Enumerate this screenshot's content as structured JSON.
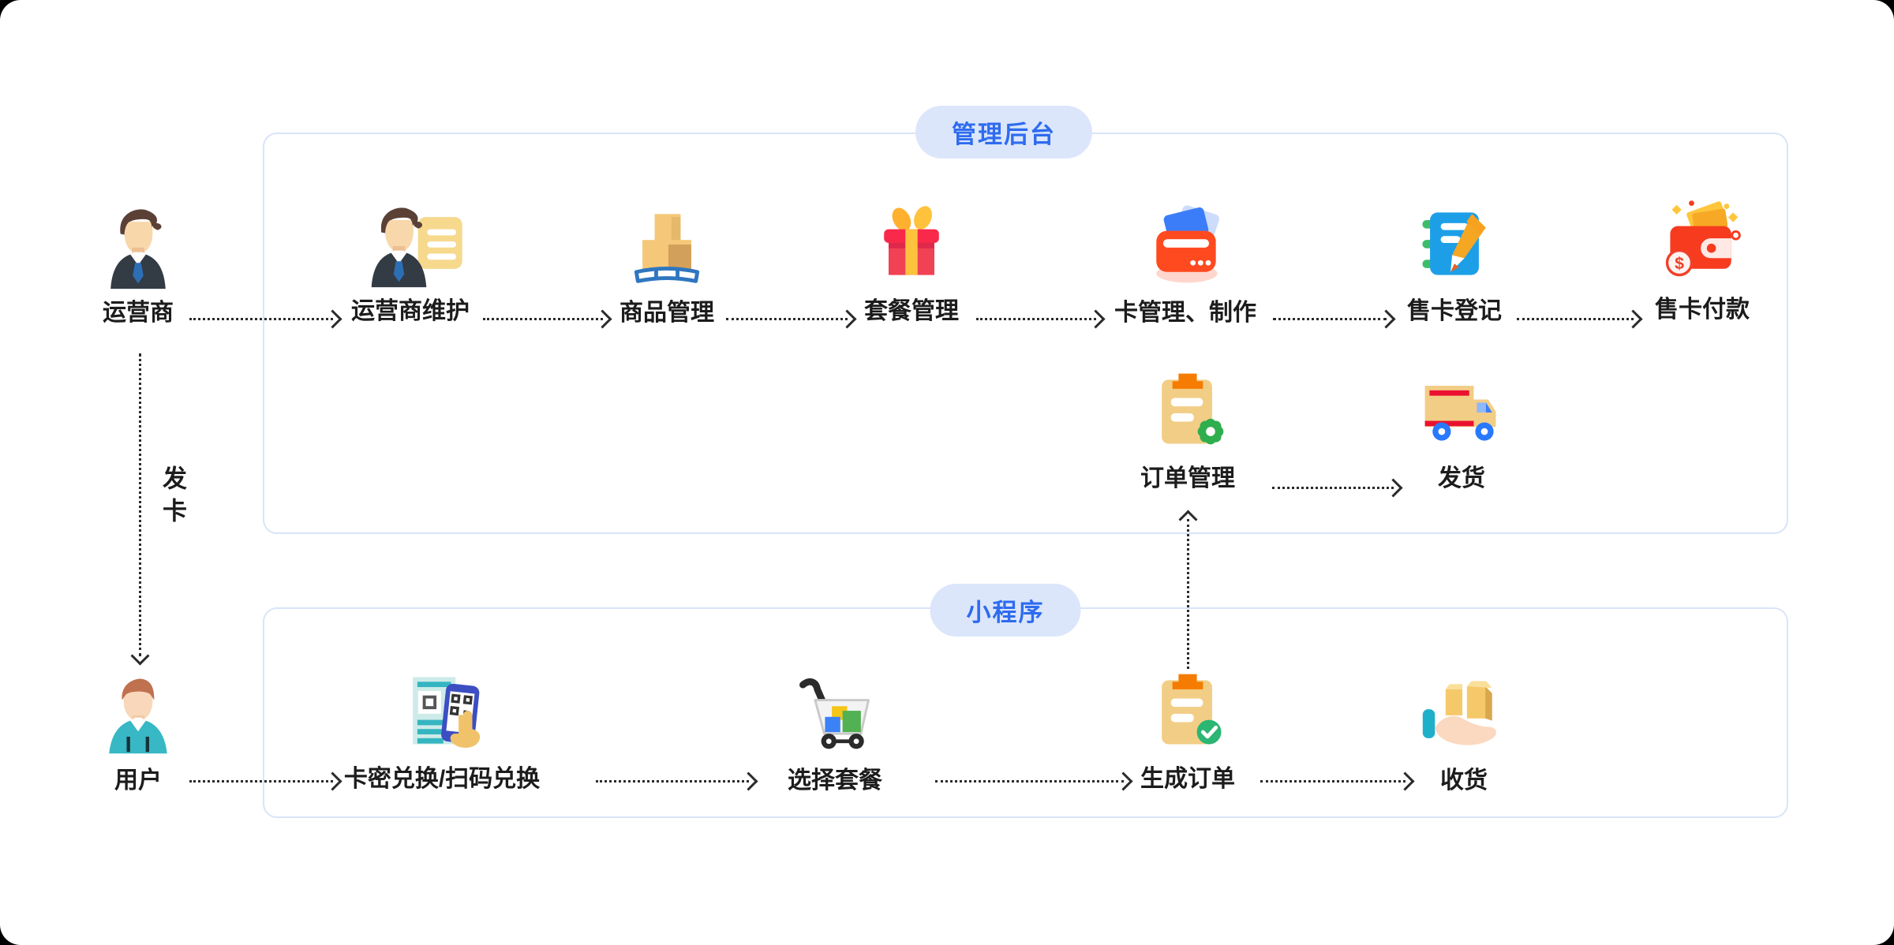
{
  "colors": {
    "accent_blue": "#2e6bef",
    "pill_bg": "#dbe6fb",
    "box_border": "#d9e4f8",
    "text": "#1c1c1c",
    "arrow": "#2b2b2b"
  },
  "sections": {
    "admin": {
      "label": "管理后台"
    },
    "mini": {
      "label": "小程序"
    }
  },
  "nodes": {
    "operator": {
      "label": "运营商",
      "icon": "businessman-icon"
    },
    "maintain": {
      "label": "运营商维护",
      "icon": "businessman-note-icon"
    },
    "product": {
      "label": "商品管理",
      "icon": "goods-pallet-icon"
    },
    "package": {
      "label": "套餐管理",
      "icon": "gift-box-icon"
    },
    "cards": {
      "label": "卡管理、制作",
      "icon": "bank-cards-icon"
    },
    "register": {
      "label": "售卡登记",
      "icon": "notebook-pencil-icon"
    },
    "payment": {
      "label": "售卡付款",
      "icon": "wallet-money-icon"
    },
    "order": {
      "label": "订单管理",
      "icon": "clipboard-gear-icon"
    },
    "ship": {
      "label": "发货",
      "icon": "delivery-truck-icon"
    },
    "user": {
      "label": "用户",
      "icon": "user-icon"
    },
    "redeem": {
      "label": "卡密兑换/扫码兑换",
      "icon": "scan-qr-phone-icon"
    },
    "choose": {
      "label": "选择套餐",
      "icon": "shopping-cart-icon"
    },
    "create": {
      "label": "生成订单",
      "icon": "clipboard-check-icon"
    },
    "receive": {
      "label": "收货",
      "icon": "hand-parcel-icon"
    }
  },
  "edges": {
    "issue_card_label": "发卡"
  }
}
